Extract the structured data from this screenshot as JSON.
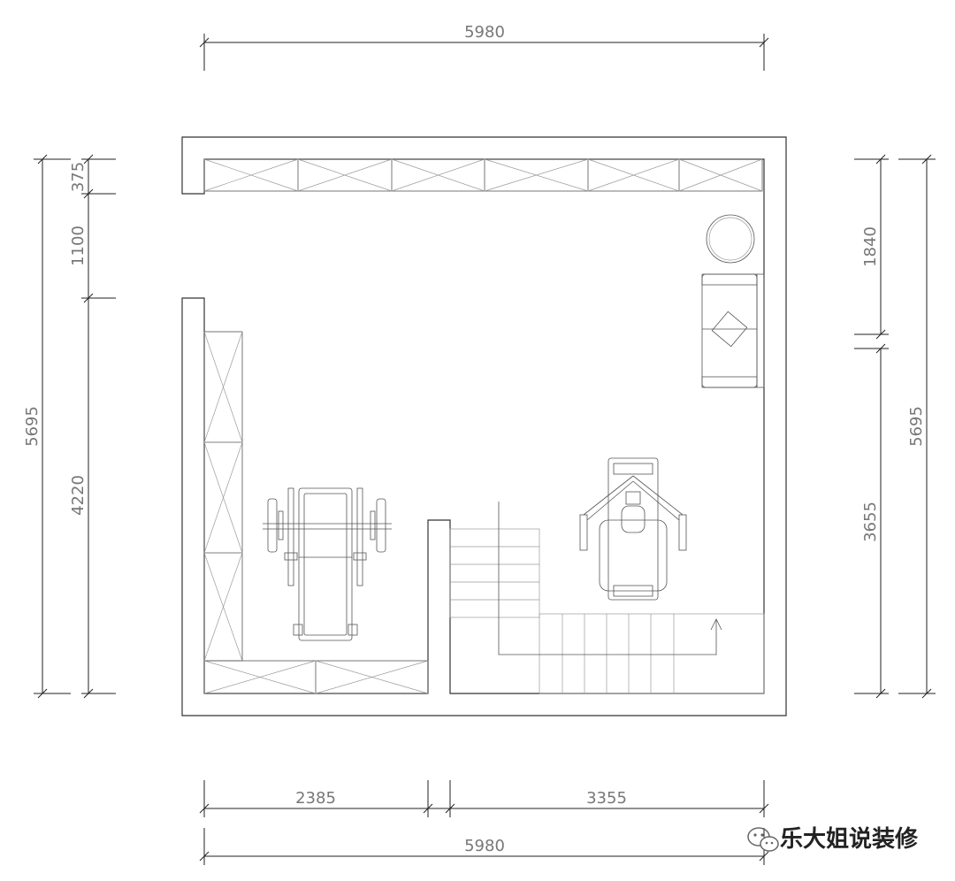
{
  "dimensions": {
    "top_total": "5980",
    "bottom_left": "2385",
    "bottom_right": "3355",
    "bottom_total": "5980",
    "left_top": "375",
    "left_mid": "1100",
    "left_low": "4220",
    "left_total": "5695",
    "right_top": "1840",
    "right_low": "3655",
    "right_total": "5695"
  },
  "watermark": {
    "text": "乐大姐说装修",
    "icon": "wechat-icon"
  },
  "colors": {
    "line": "#333333",
    "dimension_text": "#777777"
  }
}
